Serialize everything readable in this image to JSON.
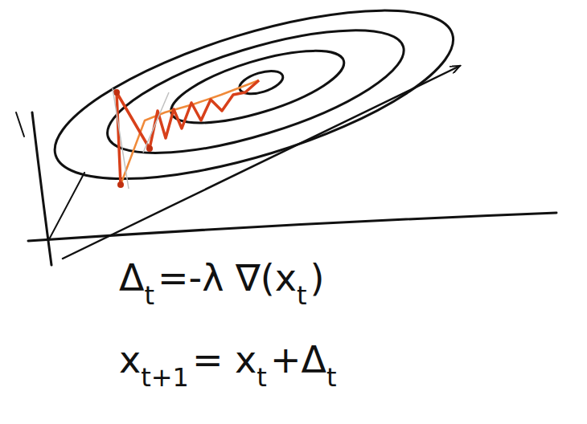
{
  "diagram": {
    "labels": [
      "Δ",
      "t",
      "=-λ ∇(x",
      "t",
      ")",
      "x",
      "t+1",
      "= x",
      "t",
      "+Δ",
      "t"
    ]
  }
}
